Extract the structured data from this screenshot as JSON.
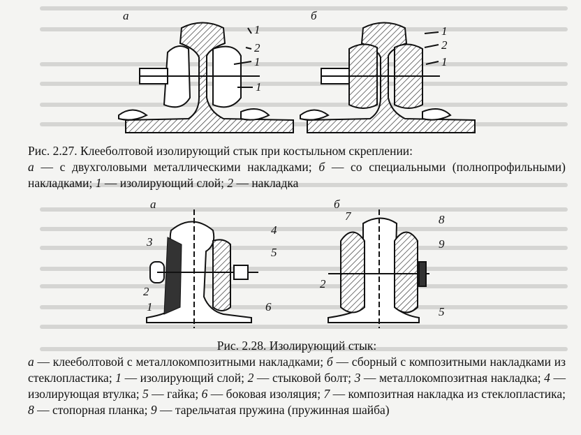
{
  "fig227": {
    "label_a": "а",
    "label_b": "б",
    "callouts_a": [
      "1",
      "2",
      "1",
      "1"
    ],
    "callouts_b": [
      "1",
      "2",
      "1"
    ],
    "caption_title": "Рис. 2.27. Клееболтовой изолирующий стык при костыльном скреплении:",
    "caption_body_parts": [
      {
        "t": "а",
        "i": true
      },
      {
        "t": " — с двухголовыми металлическими накладками; ",
        "i": false
      },
      {
        "t": "б",
        "i": true
      },
      {
        "t": " — со специальными (полнопрофильными) накладками; ",
        "i": false
      },
      {
        "t": "1",
        "i": true
      },
      {
        "t": " — изолирующий слой; ",
        "i": false
      },
      {
        "t": "2",
        "i": true
      },
      {
        "t": " — накладка",
        "i": false
      }
    ]
  },
  "fig228": {
    "label_a": "а",
    "label_b": "б",
    "callouts_a": [
      "3",
      "4",
      "5",
      "2",
      "1",
      "6"
    ],
    "callouts_b": [
      "7",
      "8",
      "9",
      "2",
      "5"
    ],
    "caption_title": "Рис. 2.28. Изолирующий стык:",
    "caption_body_parts": [
      {
        "t": "а",
        "i": true
      },
      {
        "t": " — клееболтовой с металлокомпозитными накладками; ",
        "i": false
      },
      {
        "t": "б",
        "i": true
      },
      {
        "t": " — сборный с композитными накладками из стеклопластика; ",
        "i": false
      },
      {
        "t": "1",
        "i": true
      },
      {
        "t": " — изолирующий слой; ",
        "i": false
      },
      {
        "t": "2",
        "i": true
      },
      {
        "t": " — стыковой болт; ",
        "i": false
      },
      {
        "t": "3",
        "i": true
      },
      {
        "t": " — металлокомпозитная накладка; ",
        "i": false
      },
      {
        "t": "4",
        "i": true
      },
      {
        "t": " — изолирующая втулка; ",
        "i": false
      },
      {
        "t": "5",
        "i": true
      },
      {
        "t": " — гайка; ",
        "i": false
      },
      {
        "t": "6",
        "i": true
      },
      {
        "t": " — боковая изоляция; ",
        "i": false
      },
      {
        "t": "7",
        "i": true
      },
      {
        "t": " — композитная накладка из стеклопластика; ",
        "i": false
      },
      {
        "t": "8",
        "i": true
      },
      {
        "t": " — стопорная планка; ",
        "i": false
      },
      {
        "t": "9",
        "i": true
      },
      {
        "t": " — тарельчатая пружина (пружинная шайба)",
        "i": false
      }
    ]
  }
}
